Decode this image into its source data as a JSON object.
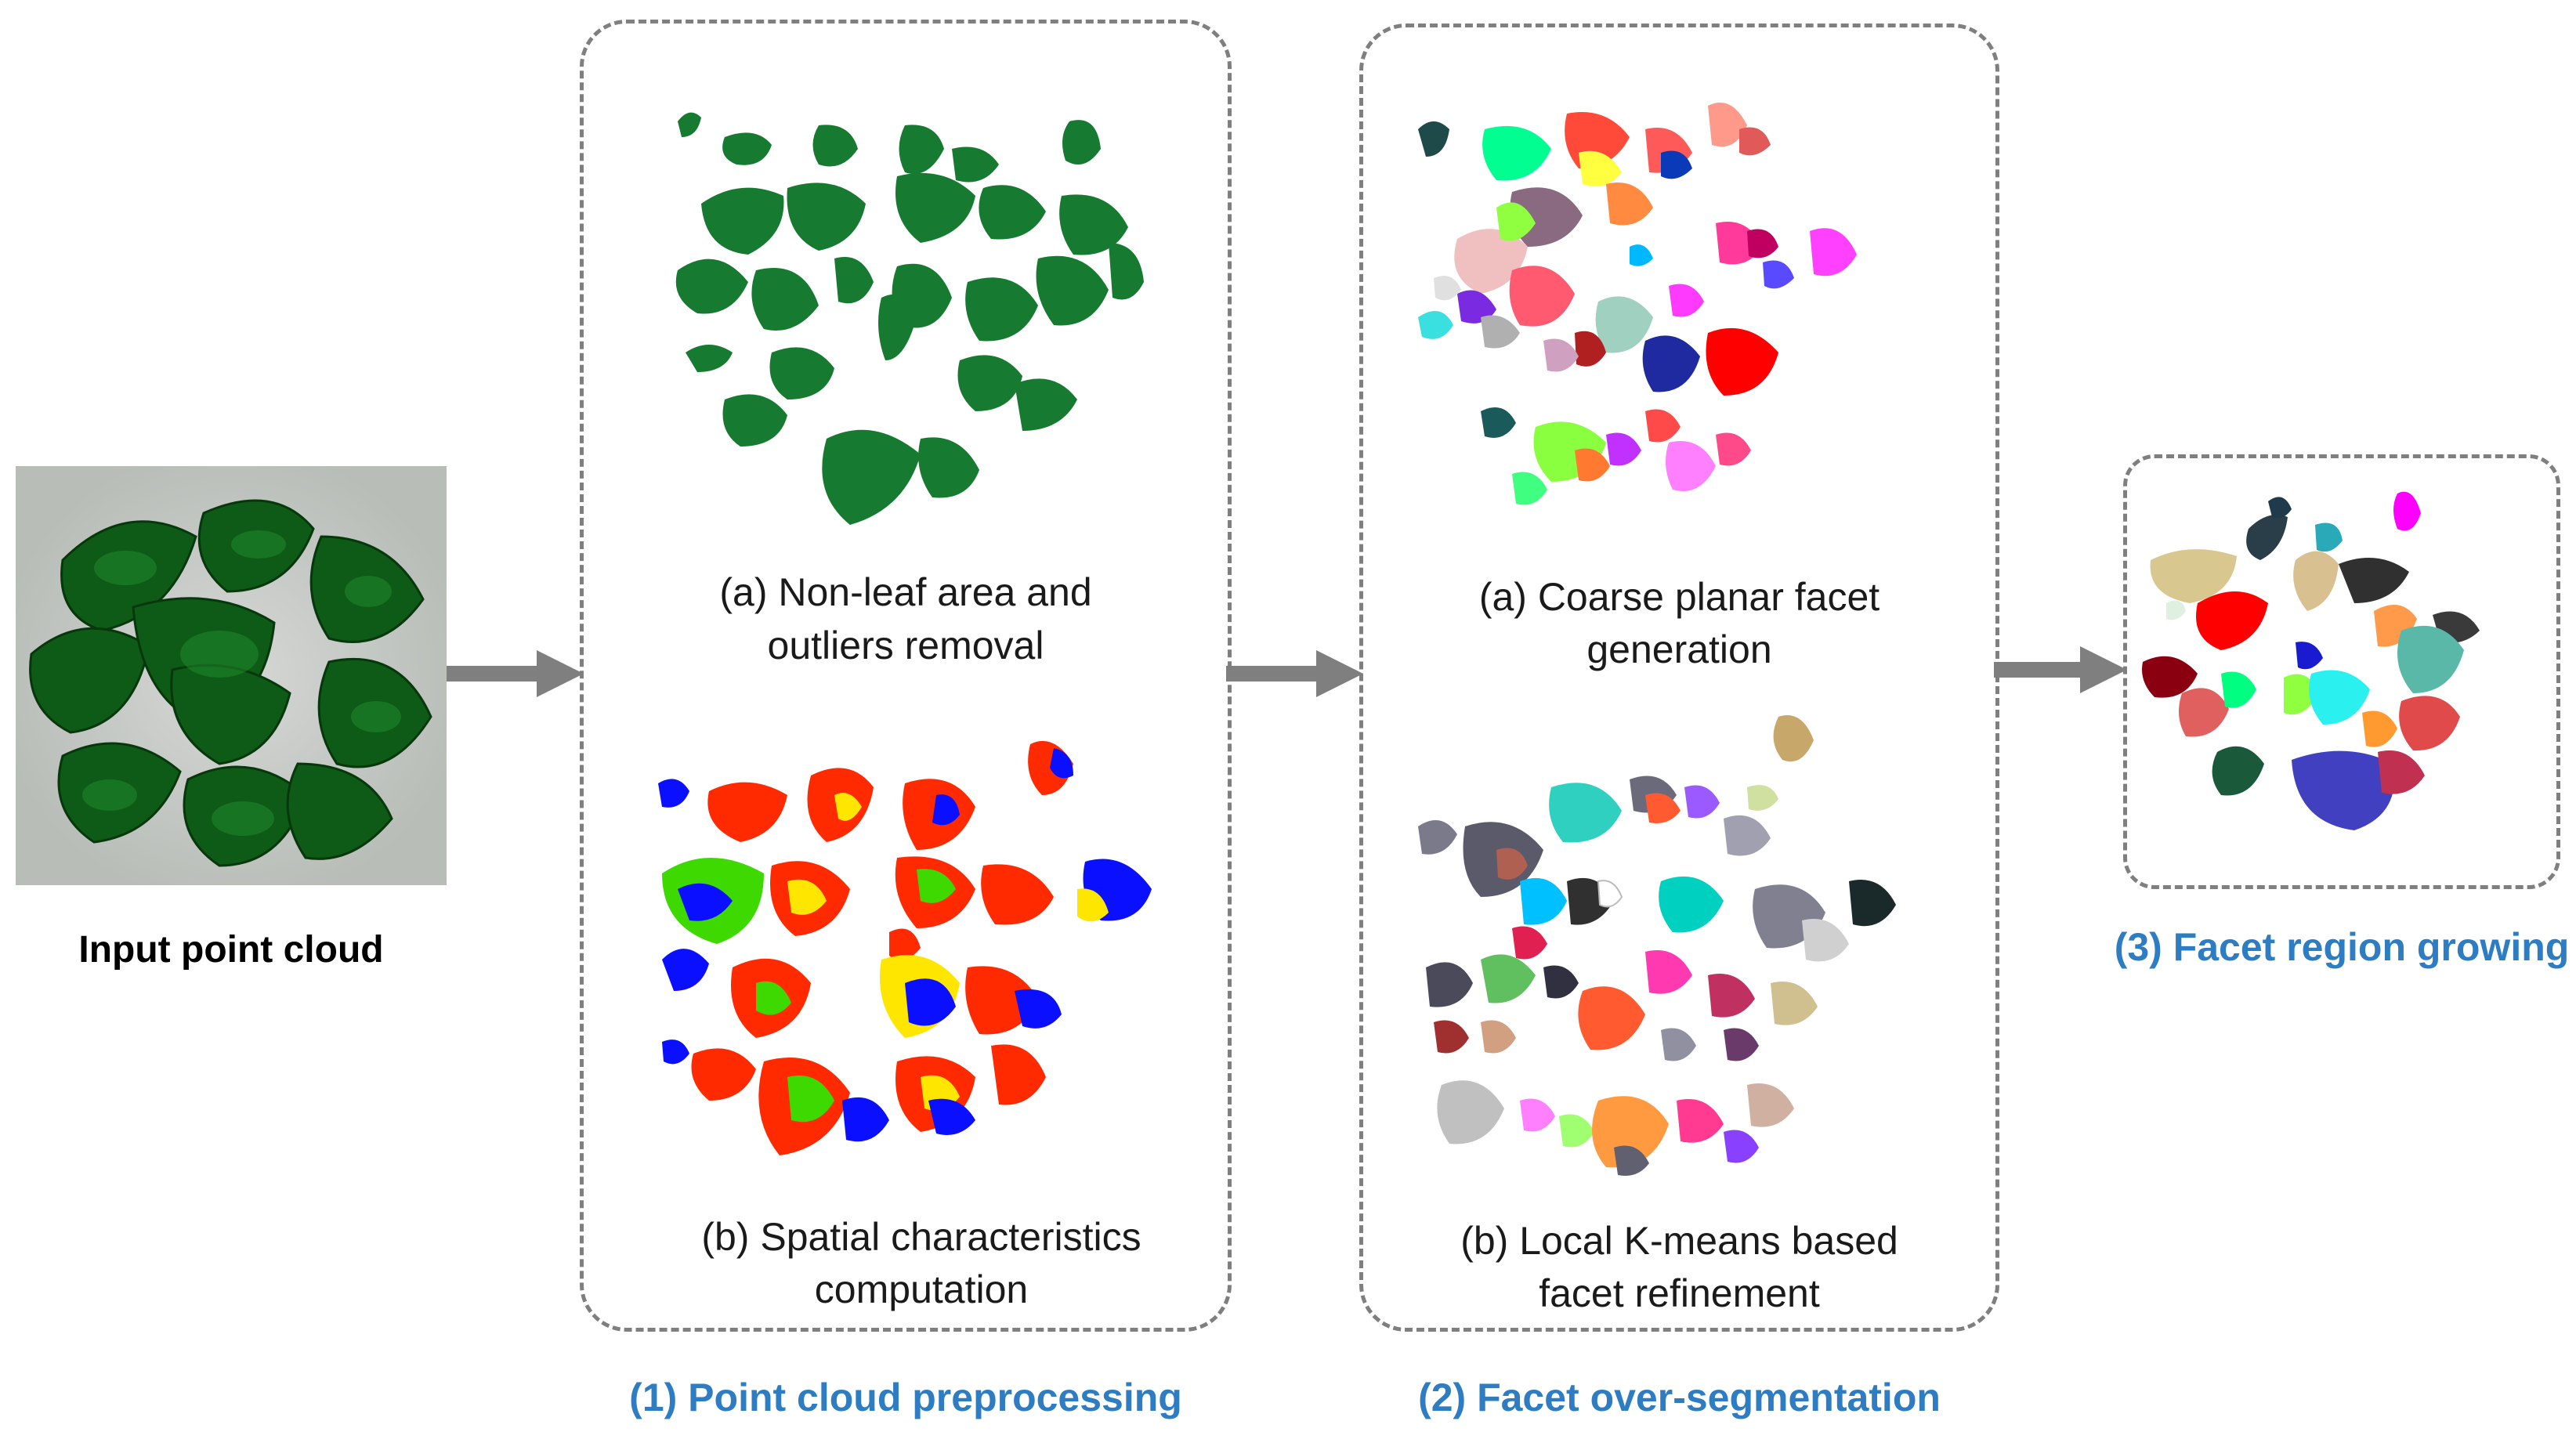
{
  "input": {
    "label": "Input point cloud"
  },
  "stage1": {
    "title": "(1) Point cloud preprocessing",
    "step_a": {
      "line1": "(a) Non-leaf area and",
      "line2": "outliers removal"
    },
    "step_b": {
      "line1": "(b) Spatial characteristics",
      "line2": "computation"
    }
  },
  "stage2": {
    "title": "(2) Facet over-segmentation",
    "step_a": {
      "line1": "(a)  Coarse planar facet",
      "line2": "generation"
    },
    "step_b": {
      "line1": "(b) Local K-means based",
      "line2": "facet  refinement"
    }
  },
  "stage3": {
    "title": "(3) Facet region growing"
  },
  "colors": {
    "panel_border": "#7f7f7f",
    "arrow": "#7f7f7f",
    "stage_title": "#2e7dc2",
    "leaf_green": "#167a30"
  }
}
